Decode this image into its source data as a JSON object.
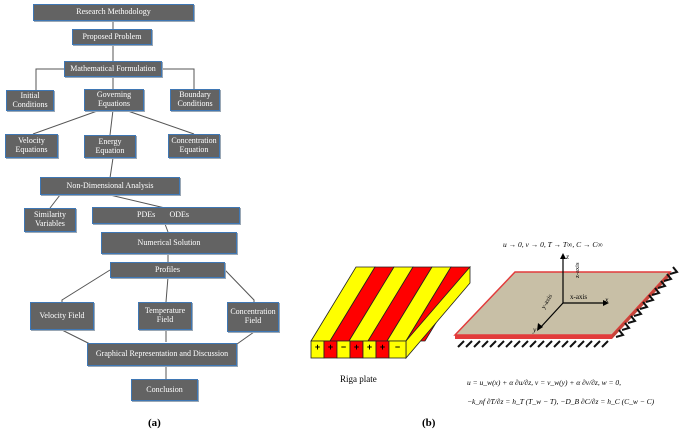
{
  "flowchart": {
    "research_methodology": "Research Methodology",
    "proposed_problem": "Proposed Problem",
    "mathematical_formulation": "Mathematical Formulation",
    "initial_conditions": "Initial Conditions",
    "governing_equations": "Governing Equations",
    "boundary_conditions": "Boundary Conditions",
    "velocity_equations": "Velocity Equations",
    "energy_equation": "Energy Equation",
    "concentration_equation": "Concentration Equation",
    "non_dimensional_analysis": "Non-Dimensional Analysis",
    "similarity_variables": "Similarity Variables",
    "pdes": "PDEs",
    "odes": "ODEs",
    "numerical_solution": "Numerical Solution",
    "profiles": "Profiles",
    "velocity_field": "Velocity Field",
    "temperature_field": "Temperature Field",
    "concentration_field": "Concentration Field",
    "graphical_representation": "Graphical Representation and Discussion",
    "conclusion": "Conclusion",
    "caption": "(a)"
  },
  "schematic": {
    "top_conditions": "u → 0,  v → 0,  T → T∞,  C → C∞",
    "z_label": "z",
    "z_axis": "z-axis",
    "x_label": "x",
    "x_axis": "x-axis",
    "y_label": "y",
    "y_axis": "y-axis",
    "riga_plate": "Riga plate",
    "plate_signs": [
      "+",
      "+",
      "−",
      "+",
      "+",
      "+",
      "−"
    ],
    "bc_line1": "u = u_w(x) + α ∂u/∂z,  v = v_w(y) + α ∂v/∂z,  w = 0,",
    "bc_line2": "−k_nf ∂T/∂z = h_T (T_w − T),  −D_B ∂C/∂z = h_C (C_w − C)",
    "caption": "(b)",
    "colors": {
      "yellow": "#ffff00",
      "red": "#ff0000",
      "plate": "#c8bfa6",
      "plate_edge": "#e23b3b"
    }
  }
}
